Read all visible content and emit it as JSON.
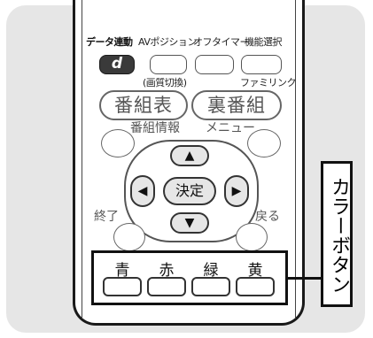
{
  "top_row": {
    "data_button_label": "データ連動",
    "data_button_glyph": "d",
    "av_position_label": "AVポジション",
    "av_position_sub": "(画質切換)",
    "off_timer_label": "オフタイマー",
    "function_select_label": "機能選択",
    "function_select_sub": "ファミリンク"
  },
  "large_buttons": {
    "program_guide": "番組表",
    "reverse_guide": "裏番組"
  },
  "middle_labels": {
    "program_info": "番組情報",
    "menu": "メニュー"
  },
  "dpad": {
    "center_label": "決定",
    "up": "▲",
    "down": "▼",
    "left": "◀",
    "right": "▶"
  },
  "side_labels": {
    "end": "終了",
    "back": "戻る"
  },
  "color_buttons": [
    {
      "label": "青"
    },
    {
      "label": "赤"
    },
    {
      "label": "緑"
    },
    {
      "label": "黄"
    }
  ],
  "callout": {
    "label": "カラーボタン"
  }
}
